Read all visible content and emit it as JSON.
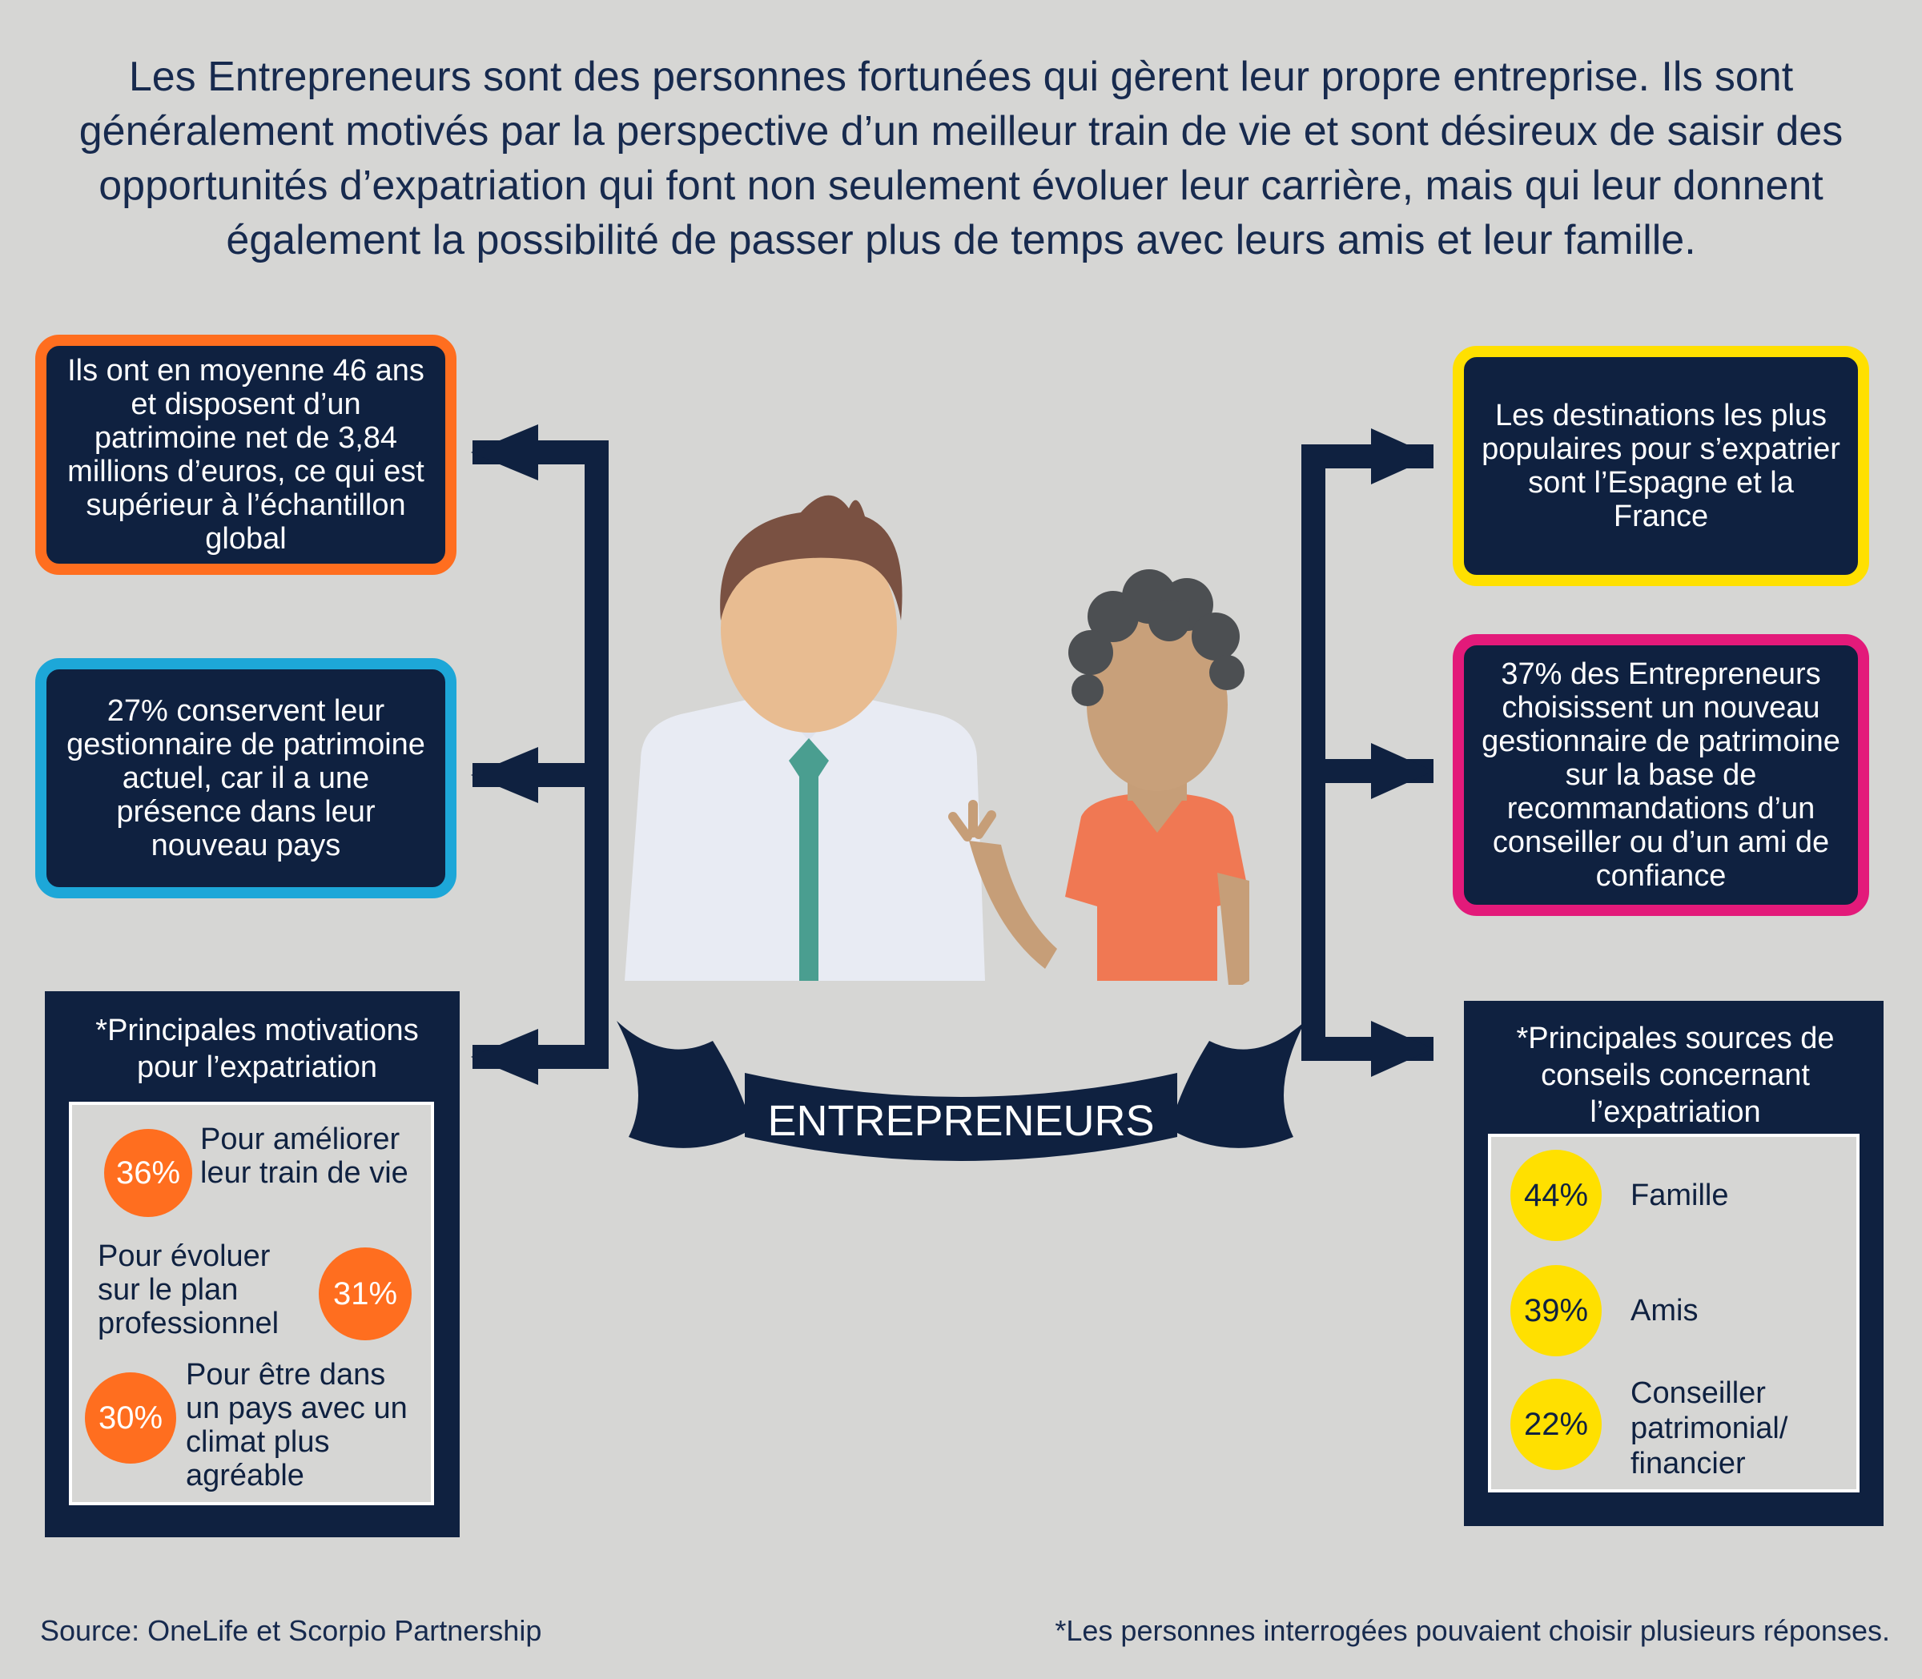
{
  "intro": "Les Entrepreneurs sont des personnes  fortunées qui gèrent leur propre entreprise. Ils sont  généralement motivés par la perspective d’un meilleur train de vie et sont  désireux de saisir des opportunités d’expatriation qui font non seulement  évoluer leur carrière, mais qui leur donnent également la possibilité de passer plus de temps avec leurs amis et leur famille.",
  "left_boxes": [
    {
      "text": "Ils ont en moyenne 46 ans et disposent d’un patrimoine net de 3,84 millions d’euros, ce qui est supérieur à l’échantillon global",
      "border_color": "#ff6e1f"
    },
    {
      "text": "27% conservent leur gestionnaire de patrimoine actuel, car il a une présence dans leur nouveau pays",
      "border_color": "#1da7d8"
    }
  ],
  "right_boxes": [
    {
      "text": "Les destinations les plus populaires pour s’expatrier sont l’Espagne et la France",
      "border_color": "#ffe000"
    },
    {
      "text": "37% des Entrepreneurs choisissent un nouveau gestionnaire de patrimoine sur la base de recommandations d’un conseiller ou d’un ami de confiance",
      "border_color": "#e31a7a"
    }
  ],
  "banner": "ENTREPRENEURS",
  "motivations": {
    "title": "*Principales motivations pour l’expatriation",
    "items": [
      {
        "pct": "36%",
        "label": "Pour améliorer leur train de vie"
      },
      {
        "pct": "31%",
        "label": "Pour évoluer sur le plan professionnel"
      },
      {
        "pct": "30%",
        "label": "Pour être dans un pays avec un climat plus agréable"
      }
    ]
  },
  "sources": {
    "title": "*Principales sources de conseils concernant l’expatriation",
    "items": [
      {
        "pct": "44%",
        "label": "Famille"
      },
      {
        "pct": "39%",
        "label": "Amis"
      },
      {
        "pct": "22%",
        "label": "Conseiller patrimonial/ financier"
      }
    ]
  },
  "footer": {
    "source": "Source: OneLife et Scorpio Partnership",
    "note": "*Les personnes interrogées pouvaient choisir plusieurs réponses."
  },
  "colors": {
    "navy": "#0f2140",
    "background": "#d6d6d4",
    "orange": "#ff6e1f",
    "blue": "#1da7d8",
    "yellow": "#ffe000",
    "pink": "#e31a7a",
    "tie": "#4a9e90",
    "woman_top": "#f07853"
  }
}
